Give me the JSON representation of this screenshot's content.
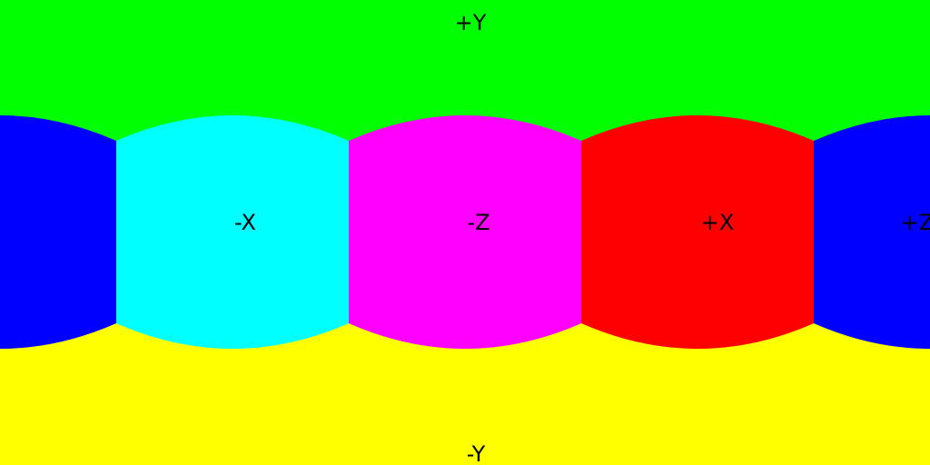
{
  "faces": {
    "pos_y": {
      "label": "+Y",
      "color": "#00ff00"
    },
    "neg_y": {
      "label": "-Y",
      "color": "#ffff00"
    },
    "neg_x": {
      "label": "-X",
      "color": "#00ffff"
    },
    "neg_z": {
      "label": "-Z",
      "color": "#ff00ff"
    },
    "pos_x": {
      "label": "+X",
      "color": "#ff0000"
    },
    "pos_z": {
      "label": "+Z",
      "color": "#0000ff"
    }
  }
}
